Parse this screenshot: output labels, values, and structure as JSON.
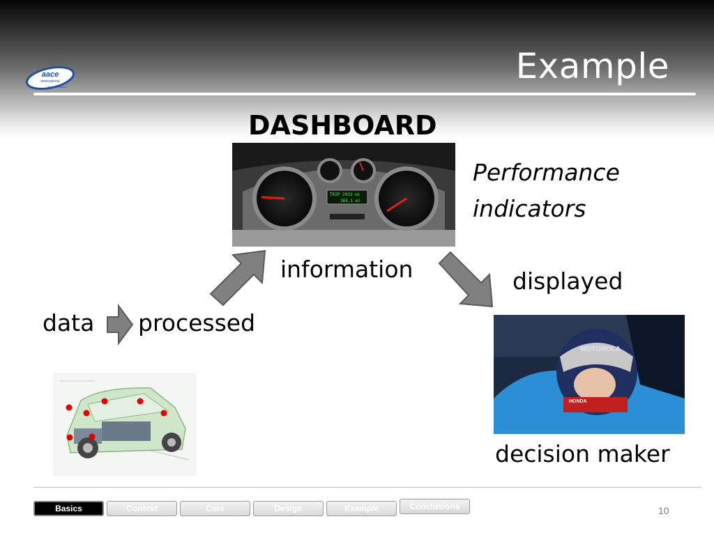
{
  "slide": {
    "title": "Example",
    "heading": "DASHBOARD",
    "performance_line1": "Performance",
    "performance_line2": "indicators",
    "information": "information",
    "displayed": "displayed",
    "data": "data",
    "processed": "processed",
    "decision_maker": "decision maker",
    "page_number": "10"
  },
  "logo": {
    "text_main": "aace",
    "text_sub": "international",
    "text_tag": "Toronto Section"
  },
  "dashboard_image": {
    "display_line1": "TRIP 2033 mi",
    "display_line2": "265.1 mi"
  },
  "driver_image": {
    "helmet_text": "MOTOROLA",
    "badge_text": "HONDA"
  },
  "navigation": {
    "tabs": [
      {
        "label": "Basics",
        "active": true
      },
      {
        "label": "Context",
        "active": false
      },
      {
        "label": "Core",
        "active": false
      },
      {
        "label": "Design",
        "active": false
      },
      {
        "label": "Example",
        "active": false
      },
      {
        "label": "Conclusions",
        "active": false
      }
    ]
  },
  "colors": {
    "arrow": "#808080",
    "marker": "#e00000",
    "nav_active": "#000000"
  }
}
